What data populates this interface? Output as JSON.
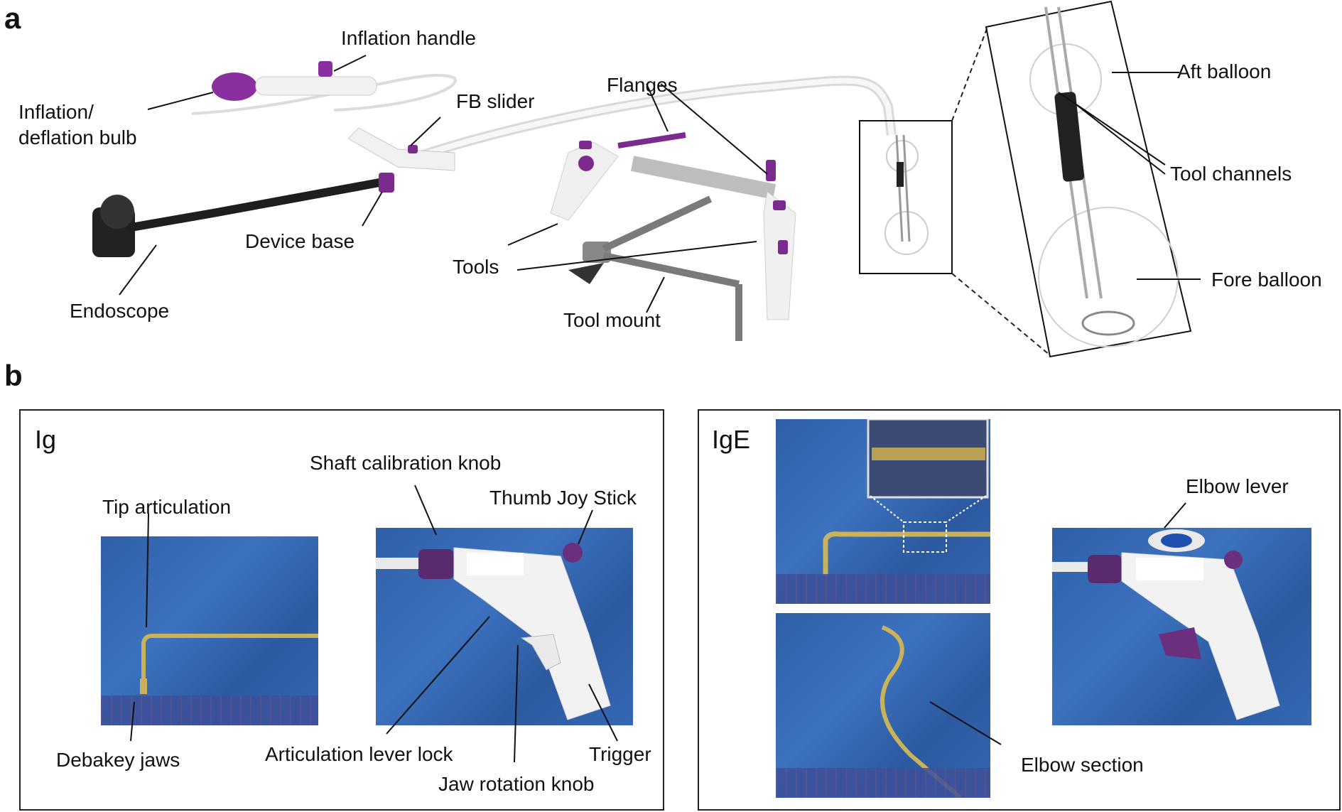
{
  "panel_a": {
    "letter": "a",
    "labels": {
      "inflation_handle": "Inflation handle",
      "inflation_bulb_line1": "Inflation/",
      "inflation_bulb_line2": "deflation bulb",
      "fb_slider": "FB slider",
      "device_base": "Device base",
      "endoscope": "Endoscope",
      "flanges": "Flanges",
      "tools": "Tools",
      "tool_mount": "Tool mount",
      "aft_balloon": "Aft balloon",
      "tool_channels": "Tool channels",
      "fore_balloon": "Fore balloon"
    }
  },
  "panel_b": {
    "letter": "b",
    "ig": {
      "title": "Ig",
      "labels": {
        "tip_articulation": "Tip articulation",
        "debakey_jaws": "Debakey jaws",
        "shaft_calibration_knob": "Shaft calibration knob",
        "thumb_joy_stick": "Thumb Joy Stick",
        "articulation_lever_lock": "Articulation lever lock",
        "trigger": "Trigger",
        "jaw_rotation_knob": "Jaw rotation knob"
      }
    },
    "ige": {
      "title": "IgE",
      "labels": {
        "elbow_lever": "Elbow lever",
        "elbow_section": "Elbow section"
      }
    }
  },
  "colors": {
    "accent_purple": "#7b2a8e",
    "photo_blue": "#3567b4"
  }
}
